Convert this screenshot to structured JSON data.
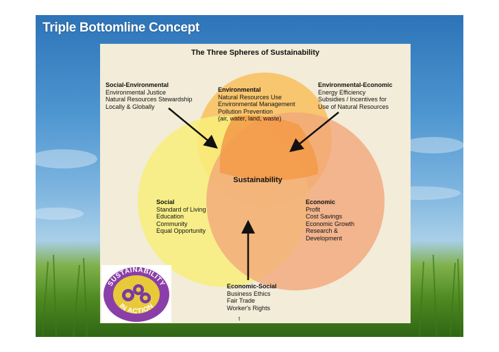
{
  "slide": {
    "title": "Triple Bottomline Concept"
  },
  "diagram": {
    "title": "The Three Spheres of Sustainability",
    "center_label": "Sustainability",
    "circles": {
      "environmental": {
        "heading": "Environmental",
        "lines": [
          "Natural Resources Use",
          "Environmental Management",
          "Pollution Prevention",
          "(air, water, land, waste)"
        ],
        "color": "#f9c46a"
      },
      "social": {
        "heading": "Social",
        "lines": [
          "Standard of Living",
          "Education",
          "Community",
          "Equal Opportunity"
        ],
        "color": "#f8ef7a"
      },
      "economic": {
        "heading": "Economic",
        "lines": [
          "Profit",
          "Cost Savings",
          "Economic Growth",
          "Research &",
          "Development"
        ],
        "color": "#f1a87a"
      }
    },
    "intersections": {
      "social_environmental": {
        "heading": "Social-Environmental",
        "lines": [
          "Environmental Justice",
          "Natural Resources Stewardship",
          "Locally & Globally"
        ]
      },
      "environmental_economic": {
        "heading": "Environmental-Economic",
        "lines": [
          "Energy Efficiency",
          "Subsidies / Incentives for",
          "Use of Natural Resources"
        ]
      },
      "economic_social": {
        "heading": "Economic-Social",
        "lines": [
          "Business Ethics",
          "Fair Trade",
          "Worker's Rights"
        ]
      }
    },
    "center_color": "#f39a48",
    "footer_fragment": "t",
    "logo": {
      "top_text": "SUSTAINABILITY",
      "bottom_text": "IN ACTION",
      "ring_color": "#8a3fa8",
      "fill_color": "#e8c93a"
    }
  }
}
